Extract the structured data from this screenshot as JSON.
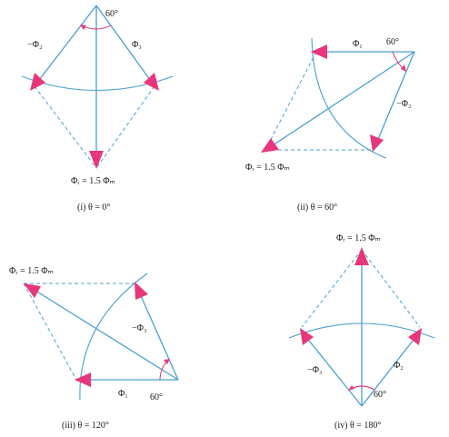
{
  "accent_color": "#e8367a",
  "line_color": "#4a9fd2",
  "panels": [
    {
      "caption": "(i) θ = 0°",
      "angle_label": "60°",
      "phasor_1": "−Φ₂",
      "phasor_2": "Φ₃",
      "resultant": "Φᵣ = 1.5 Φₘ"
    },
    {
      "caption": "(ii) θ = 60°",
      "angle_label": "60°",
      "phasor_1": "Φ₁",
      "phasor_2": "−Φ₂",
      "resultant": "Φᵣ = 1.5 Φₘ"
    },
    {
      "caption": "(iii) θ = 120°",
      "angle_label": "60°",
      "phasor_1": "Φ₁",
      "phasor_2": "−Φ₃",
      "resultant": "Φᵣ = 1.5 Φₘ"
    },
    {
      "caption": "(iv) θ = 180°",
      "angle_label": "60°",
      "phasor_1": "−Φ₃",
      "phasor_2": "Φ₂",
      "resultant": "Φᵣ = 1.5 Φₘ"
    }
  ]
}
